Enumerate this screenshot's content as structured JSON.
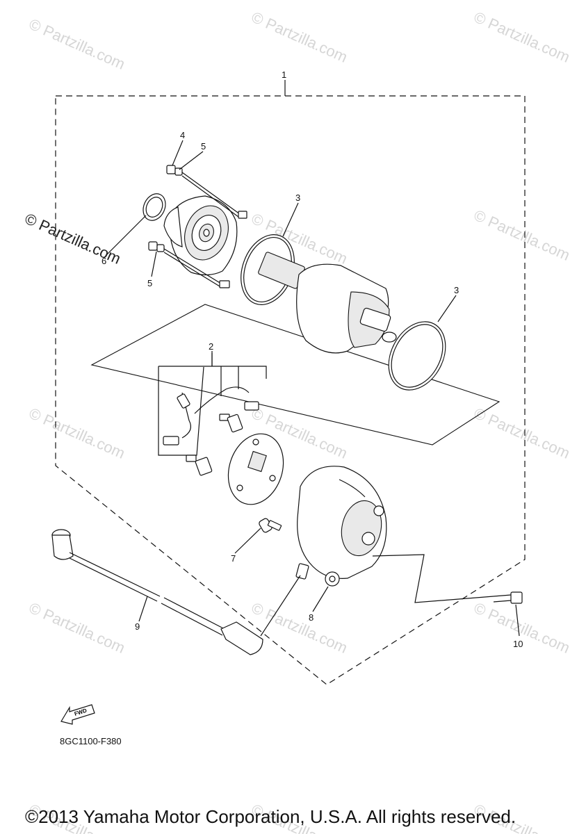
{
  "watermark": {
    "text": "Partzilla.com",
    "symbol": "©",
    "dark_text": "© Partzilla.com"
  },
  "callouts": {
    "c1": "1",
    "c2": "2",
    "c3a": "3",
    "c3b": "3",
    "c4": "4",
    "c5a": "5",
    "c5b": "5",
    "c6": "6",
    "c7": "7",
    "c8": "8",
    "c9": "9",
    "c10": "10"
  },
  "fwd_label": "FWD",
  "diagram_code": "8GC1100-F380",
  "copyright": "©2013 Yamaha Motor Corporation, U.S.A. All rights reserved.",
  "colors": {
    "line": "#111111",
    "watermark": "#d6d6d6"
  }
}
